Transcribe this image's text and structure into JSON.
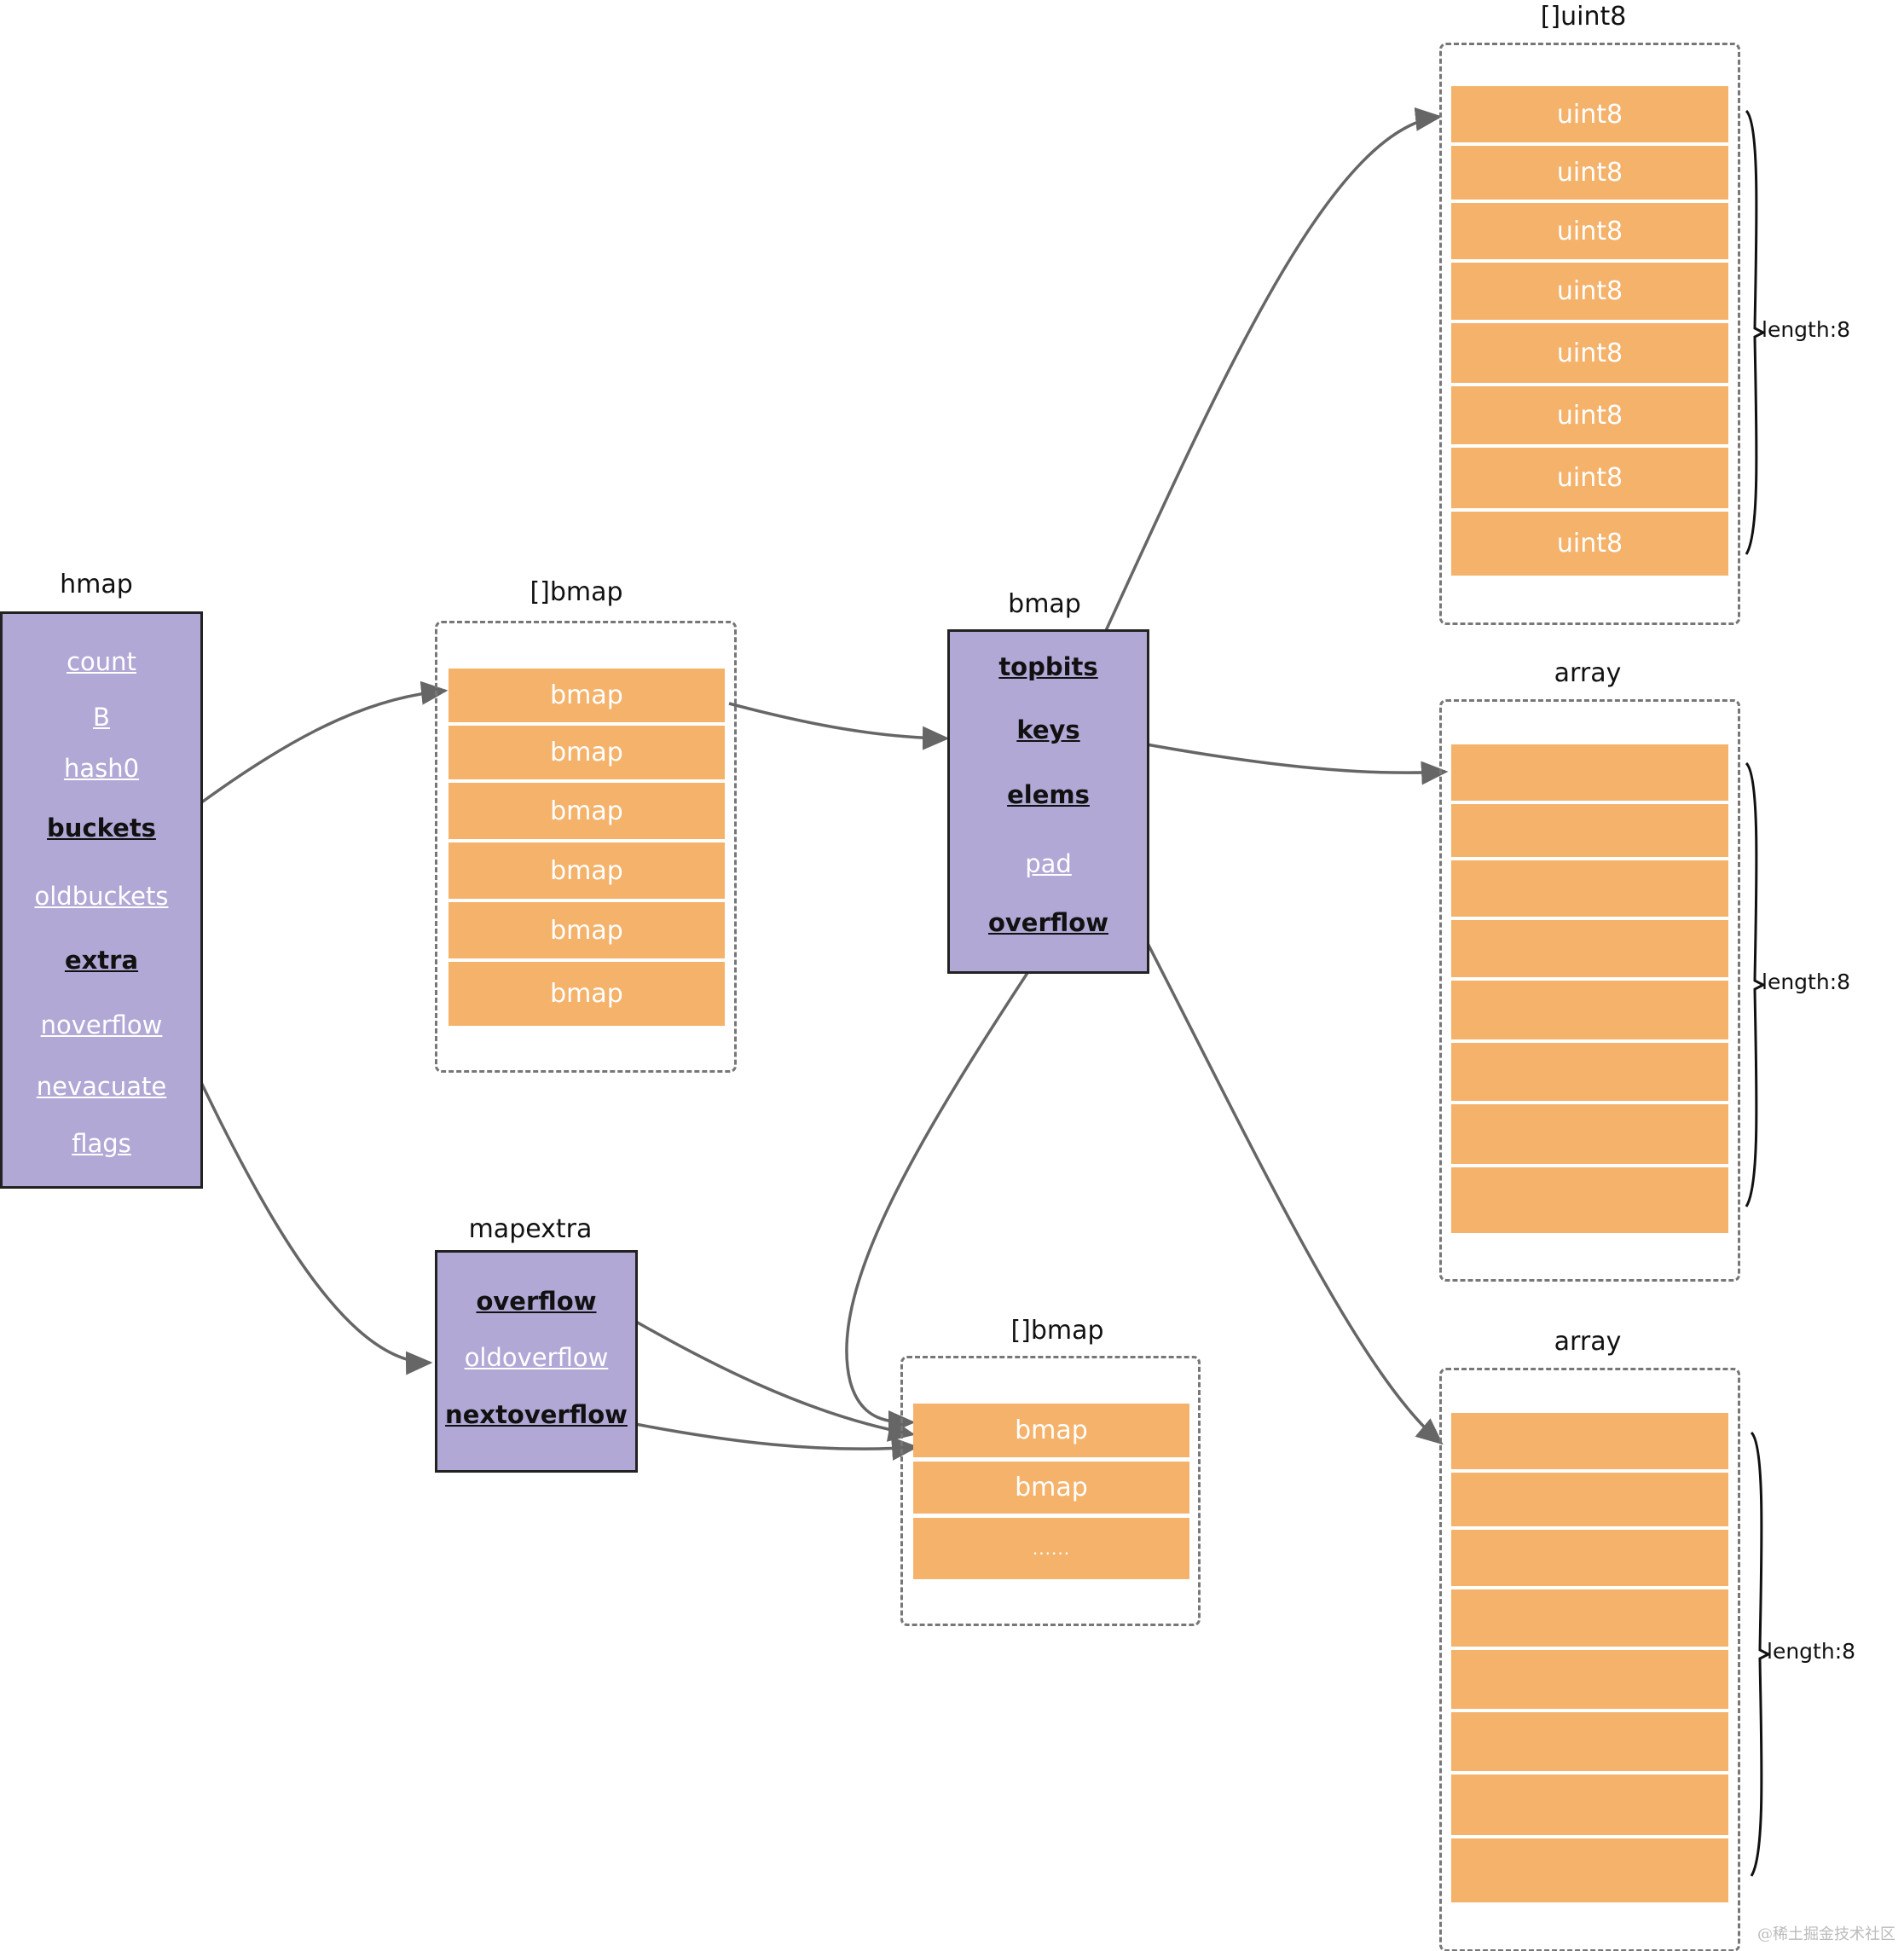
{
  "hmap": {
    "title": "hmap",
    "fields": [
      "count",
      "B",
      "hash0",
      "buckets",
      "oldbuckets",
      "extra",
      "noverflow",
      "nevacuate",
      "flags"
    ]
  },
  "bmap_array_top": {
    "title": "[]bmap",
    "cells": [
      "bmap",
      "bmap",
      "bmap",
      "bmap",
      "bmap",
      "bmap"
    ]
  },
  "bmap": {
    "title": "bmap",
    "fields": [
      "topbits",
      "keys",
      "elems",
      "pad",
      "overflow"
    ]
  },
  "uint8_array": {
    "title": "[]uint8",
    "cells": [
      "uint8",
      "uint8",
      "uint8",
      "uint8",
      "uint8",
      "uint8",
      "uint8",
      "uint8"
    ],
    "length_label": "length:8"
  },
  "keys_array": {
    "title": "array",
    "cells": [
      "",
      "",
      "",
      "",
      "",
      "",
      "",
      ""
    ],
    "length_label": "length:8"
  },
  "elems_array": {
    "title": "array",
    "cells": [
      "",
      "",
      "",
      "",
      "",
      "",
      "",
      ""
    ],
    "length_label": "length:8"
  },
  "mapextra": {
    "title": "mapextra",
    "fields": [
      "overflow",
      "oldoverflow",
      "nextoverflow"
    ]
  },
  "bmap_array_bottom": {
    "title": "[]bmap",
    "cells": [
      "bmap",
      "bmap",
      "......"
    ]
  },
  "watermark": "@稀土掘金技术社区",
  "colors": {
    "struct_fill": "#b1a8d6",
    "cell_fill": "#f4b26b",
    "arrow": "#666666"
  }
}
